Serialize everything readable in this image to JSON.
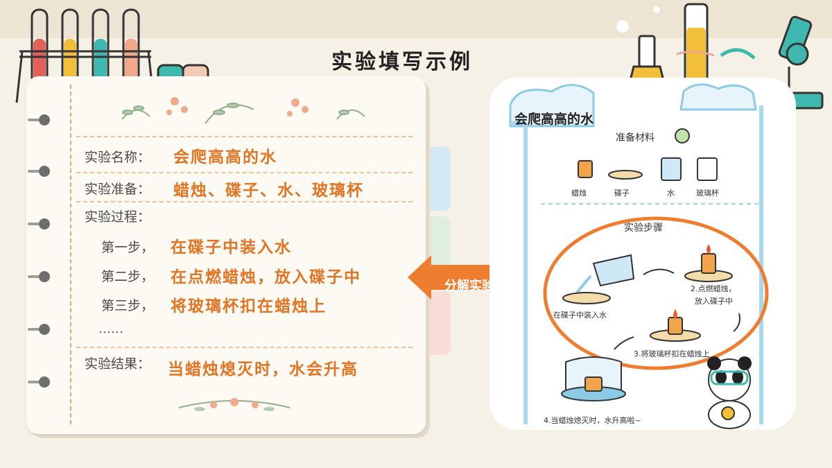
{
  "title": "实验填写示例",
  "form": {
    "name_label": "实验名称：",
    "name_value": "会爬高高的水",
    "prep_label": "实验准备：",
    "prep_value": "蜡烛、碟子、水、玻璃杯",
    "process_label": "实验过程：",
    "step1_label": "第一步，",
    "step1_value": "在碟子中装入水",
    "step2_label": "第二步，",
    "step2_value": "在点燃蜡烛，放入碟子中",
    "step3_label": "第三步，",
    "step3_value": "将玻璃杯扣在蜡烛上",
    "ellipsis": "……",
    "result_label": "实验结果：",
    "result_value": "当蜡烛熄灭时，水会升高"
  },
  "arrow_label": "分解实验步骤",
  "illustration": {
    "title": "会爬高高的水",
    "materials_heading": "准备材料",
    "materials": [
      "蜡烛",
      "碟子",
      "水",
      "玻璃杯"
    ],
    "steps_heading": "实验步骤",
    "step1": "在碟子中装入水",
    "step2_line1": "2.点燃蜡烛，",
    "step2_line2": "放入碟子中",
    "step3": "3.将玻璃杯扣在蜡烛上",
    "step4": "4.当蜡烛熄灭时，水升高啦~"
  },
  "colors": {
    "accent": "#e27423",
    "arrow": "#ee7d30",
    "paper": "#fdfaf3",
    "background": "#f6f1e6",
    "label_text": "#4a4a4a"
  },
  "icons": [
    "test-tube-rack-icon",
    "beaker-icon",
    "microscope-icon",
    "flask-icon",
    "floral-divider-icon",
    "arrow-left-icon",
    "panda-icon",
    "candle-icon"
  ]
}
